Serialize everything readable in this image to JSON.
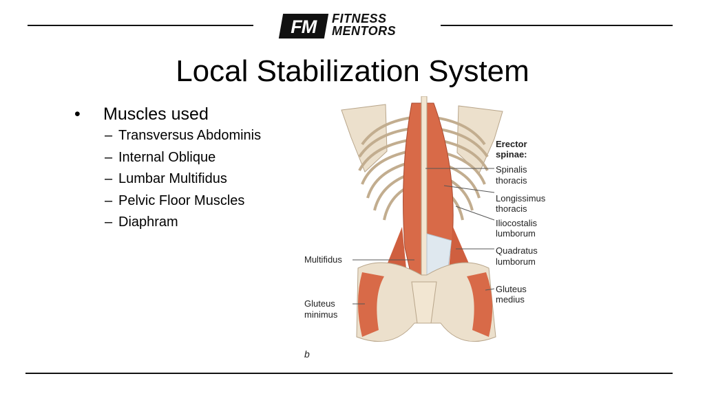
{
  "brand": {
    "mark": "FM",
    "line1": "FITNESS",
    "line2": "MENTORS"
  },
  "title": "Local Stabilization System",
  "bullet": "Muscles used",
  "subitems": [
    "Transversus Abdominis",
    "Internal Oblique",
    "Lumbar Multifidus",
    "Pelvic Floor Muscles",
    "Diaphram"
  ],
  "figure": {
    "labels": {
      "erector": "Erector",
      "spinae": "spinae:",
      "spinalis1": "Spinalis",
      "spinalis2": "thoracis",
      "longissimus1": "Longissimus",
      "longissimus2": "thoracis",
      "iliocostalis1": "Iliocostalis",
      "iliocostalis2": "lumborum",
      "quadratus1": "Quadratus",
      "quadratus2": "lumborum",
      "gluteusmed1": "Gluteus",
      "gluteusmed2": "medius",
      "multifidus": "Multifidus",
      "gluteusmin1": "Gluteus",
      "gluteusmin2": "minimus",
      "panel": "b"
    }
  }
}
